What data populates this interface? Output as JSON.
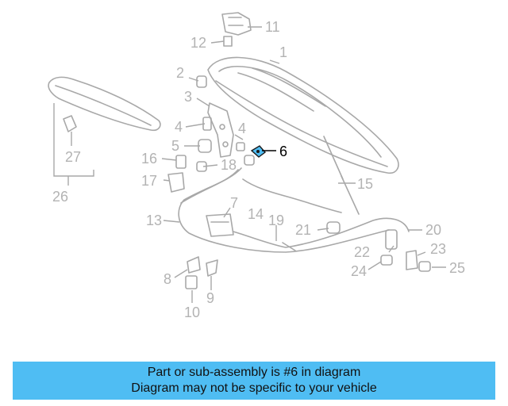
{
  "diagram": {
    "callouts": [
      "1",
      "2",
      "3",
      "4",
      "4",
      "5",
      "6",
      "7",
      "8",
      "9",
      "10",
      "11",
      "12",
      "13",
      "14",
      "15",
      "16",
      "17",
      "18",
      "19",
      "20",
      "21",
      "22",
      "23",
      "24",
      "25",
      "26",
      "27"
    ],
    "highlighted_part": "6",
    "colors": {
      "highlight": "#4fbdf3",
      "parts": "#a8a8a8",
      "labels": "#b3b3b3"
    }
  },
  "banner": {
    "line1": "Part or sub-assembly is #6 in diagram",
    "line2": "Diagram may not be specific to your vehicle",
    "background": "#4fbdf3"
  }
}
